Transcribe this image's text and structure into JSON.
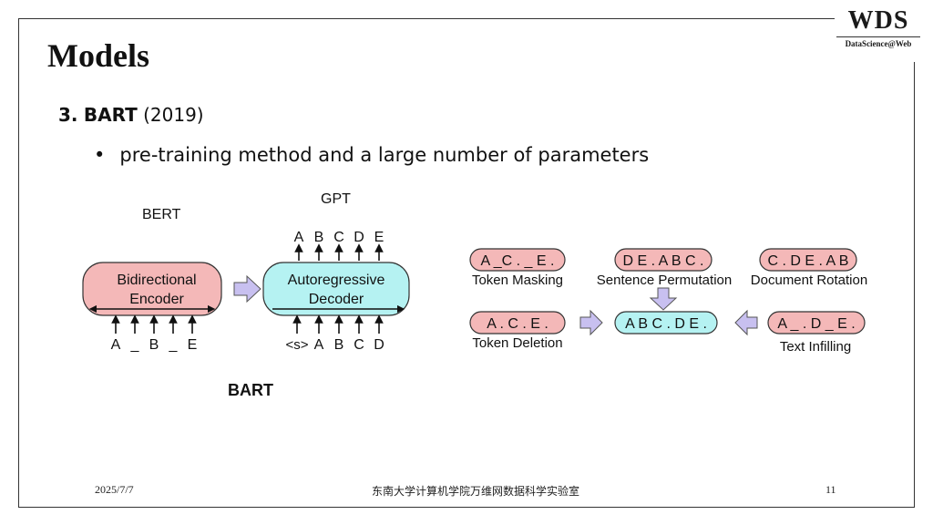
{
  "logo": {
    "title": "WDS",
    "subtitle": "DataScience@Web"
  },
  "slide": {
    "title": "Models",
    "heading": {
      "number": "3.",
      "name": "BART",
      "year": "(2019)"
    },
    "bullet": "pre-training method and a large number of parameters"
  },
  "left_diagram": {
    "gpt_label": "GPT",
    "bert_label": "BERT",
    "bart_label": "BART",
    "encoder": {
      "line1": "Bidirectional",
      "line2": "Encoder",
      "inputs": [
        "A",
        "_",
        "B",
        "_",
        "E"
      ]
    },
    "decoder": {
      "line1": "Autoregressive",
      "line2": "Decoder",
      "inputs": [
        "<s>",
        "A",
        "B",
        "C",
        "D"
      ],
      "outputs": [
        "A",
        "B",
        "C",
        "D",
        "E"
      ]
    }
  },
  "right_diagram": {
    "token_masking": {
      "sequence": "A _C . _ E .",
      "label": "Token Masking"
    },
    "sentence_permutation": {
      "sequence": "D E . A B C .",
      "label": "Sentence Permutation"
    },
    "document_rotation": {
      "sequence": "C . D E . A B",
      "label": "Document Rotation"
    },
    "token_deletion": {
      "sequence": "A . C . E .",
      "label": "Token Deletion"
    },
    "original": {
      "sequence": "A B C . D E ."
    },
    "text_infilling": {
      "sequence": "A _ . D _ E .",
      "label": "Text Infilling"
    }
  },
  "footer": {
    "date": "2025/7/7",
    "lab": "东南大学计算机学院万维网数据科学实验室",
    "page": "11"
  },
  "colors": {
    "encoder_fill": "#f4b8b8",
    "decoder_fill": "#b5f2f2",
    "arrow_fill": "#c8c0f0"
  }
}
